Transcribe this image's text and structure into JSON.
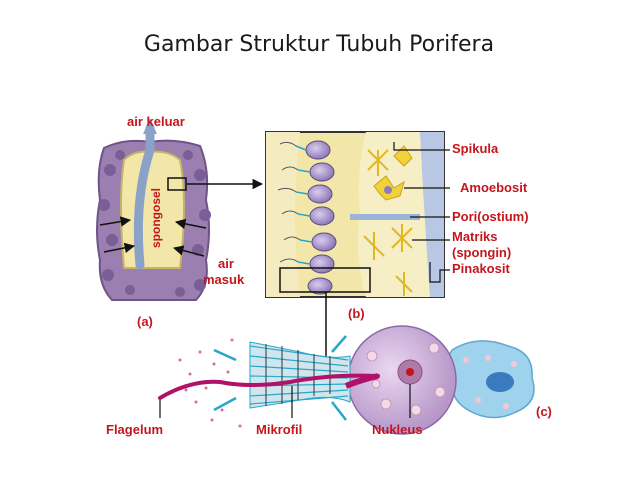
{
  "slide": {
    "title": "Gambar Struktur Tubuh Porifera"
  },
  "labels": {
    "air_keluar": "air keluar",
    "spongosel": "spongosel",
    "air_masuk_1": "air",
    "air_masuk_2": "masuk",
    "panel_a": "(a)",
    "panel_b": "(b)",
    "panel_c": "(c)",
    "spikula": "Spikula",
    "amoebosit": "Amoebosit",
    "pori": "Pori(ostium)",
    "matriks_1": "Matriks",
    "matriks_2": "(spongin)",
    "pinakosit": "Pinakosit",
    "flagelum": "Flagelum",
    "mikrofil": "Mikrofil",
    "nukleus": "Nukleus"
  },
  "colors": {
    "label_red": "#c4161c",
    "sponge_purple": "#9b7fb0",
    "panel_bg": "#f2e7a8",
    "cell_purple": "#8e7ab8",
    "spicule_yellow": "#f2d23a",
    "collar_cyan": "#2aa6c8",
    "flagellum_magenta": "#b0126a"
  }
}
